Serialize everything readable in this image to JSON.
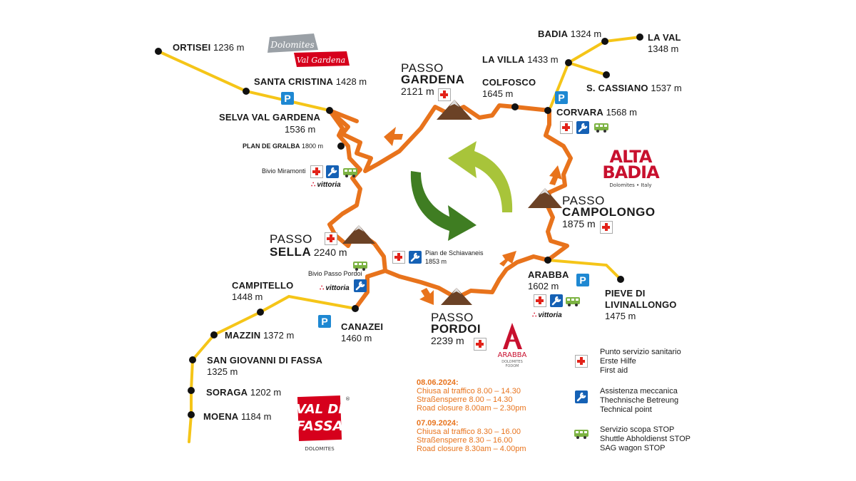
{
  "logos": {
    "val_gardena": {
      "top": "Dolomites",
      "bottom": "Val Gardena"
    },
    "alta_badia": {
      "line1": "ALTA",
      "line2": "BADIA",
      "sub": "Dolomites • Italy"
    },
    "val_di_fassa": {
      "line1": "VAL DI",
      "line2": "FASSA",
      "sub": "DOLOMITES",
      "reg": "®"
    },
    "arabba": {
      "name": "ARABBA",
      "sub1": "DOLOMITES",
      "sub2": "FODOM"
    }
  },
  "towns": {
    "ortisei": {
      "name": "ORTISEI",
      "elev": "1236 m"
    },
    "santa_cristina": {
      "name": "SANTA CRISTINA",
      "elev": "1428 m"
    },
    "selva": {
      "name": "SELVA VAL GARDENA",
      "elev": "1536 m"
    },
    "plan_de_gralba": {
      "name": "PLAN DE GRALBA",
      "elev": "1800 m"
    },
    "bivio_miramonti": {
      "name": "Bivio Miramonti"
    },
    "colfosco": {
      "name": "COLFOSCO",
      "elev": "1645 m"
    },
    "badia": {
      "name": "BADIA",
      "elev": "1324 m"
    },
    "la_val": {
      "name": "LA VAL",
      "elev": "1348 m"
    },
    "la_villa": {
      "name": "LA VILLA",
      "elev": "1433 m"
    },
    "s_cassiano": {
      "name": "S. CASSIANO",
      "elev": "1537 m"
    },
    "corvara": {
      "name": "CORVARA",
      "elev": "1568 m"
    },
    "arabba": {
      "name": "ARABBA",
      "elev": "1602 m"
    },
    "pieve": {
      "name1": "PIEVE DI",
      "name2": "LIVINALLONGO",
      "elev": "1475 m"
    },
    "campitello": {
      "name": "CAMPITELLO",
      "elev": "1448 m"
    },
    "canazei": {
      "name": "CANAZEI",
      "elev": "1460 m"
    },
    "mazzin": {
      "name": "MAZZIN",
      "elev": "1372 m"
    },
    "san_giovanni": {
      "name": "SAN GIOVANNI DI FASSA",
      "elev": "1325 m"
    },
    "soraga": {
      "name": "SORAGA",
      "elev": "1202 m"
    },
    "moena": {
      "name": "MOENA",
      "elev": "1184 m"
    },
    "bivio_pordoi": {
      "name": "Bivio Passo Pordoi"
    },
    "schiavaneis": {
      "name": "Pian de Schiavaneis",
      "elev": "1853 m"
    }
  },
  "passes": {
    "gardena": {
      "prefix": "PASSO",
      "name": "GARDENA",
      "elev": "2121 m"
    },
    "campolongo": {
      "prefix": "PASSO",
      "name": "CAMPOLONGO",
      "elev": "1875 m"
    },
    "sella": {
      "prefix": "PASSO",
      "name": "SELLA",
      "elev": "2240 m"
    },
    "pordoi": {
      "prefix": "PASSO",
      "name": "PORDOI",
      "elev": "2239 m"
    }
  },
  "parking_label": "P",
  "sponsor": "vittoria",
  "closures": [
    {
      "date": "08.06.2024:",
      "it": "Chiusa al traffico 8.00 – 14.30",
      "de": "Straßensperre 8.00 – 14.30",
      "en": "Road closure 8.00am – 2.30pm"
    },
    {
      "date": "07.09.2024:",
      "it": "Chiusa al traffico 8.30 – 16.00",
      "de": "Straßensperre 8.30 – 16.00",
      "en": "Road closure 8.30am – 4.00pm"
    }
  ],
  "legend": [
    {
      "icon": "first-aid-icon",
      "lines": [
        "Punto servizio sanitario",
        "Erste Hilfe",
        "First aid"
      ]
    },
    {
      "icon": "technical-point-icon",
      "lines": [
        "Assistenza meccanica",
        "Thechnische Betreung",
        "Technical point"
      ]
    },
    {
      "icon": "sag-wagon-icon",
      "lines": [
        "Servizio scopa STOP",
        "Shuttle Abholdienst STOP",
        "SAG wagon STOP"
      ]
    }
  ],
  "colors": {
    "route": "#e8731c",
    "road": "#f5c518",
    "mountain": "#6b4226",
    "green_dark": "#3f7d22",
    "green_light": "#a8c43a",
    "first_aid": "#e2231a",
    "tech": "#1561b5",
    "parking": "#1e88d2"
  }
}
